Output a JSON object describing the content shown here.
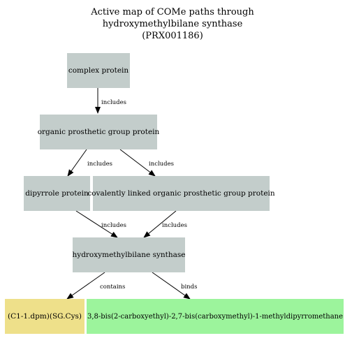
{
  "title": {
    "line1": "Active map of COMe paths through",
    "line2": "hydroxymethylbilane synthase",
    "line3": "(PRX001186)"
  },
  "nodes": {
    "complex_protein": "complex protein",
    "organic_prosthetic": "organic prosthetic group protein",
    "dipyrrole": "dipyrrole protein",
    "covalently_linked": "covalently linked organic prosthetic group protein",
    "hmbs": "hydroxymethylbilane synthase",
    "c1_dpm": "(C1-1.dpm)(SG.Cys)",
    "dipyrromethane": "3,8-bis(2-carboxyethyl)-2,7-bis(carboxymethyl)-1-methyldipyrromethane"
  },
  "edges": {
    "e1": "includes",
    "e2": "includes",
    "e3": "includes",
    "e4": "includes",
    "e5": "includes",
    "e6": "contains",
    "e7": "binds"
  },
  "colors": {
    "protein_node": "#c3cdcb",
    "component_node": "#eee08a",
    "ligand_node": "#9cf49c"
  }
}
